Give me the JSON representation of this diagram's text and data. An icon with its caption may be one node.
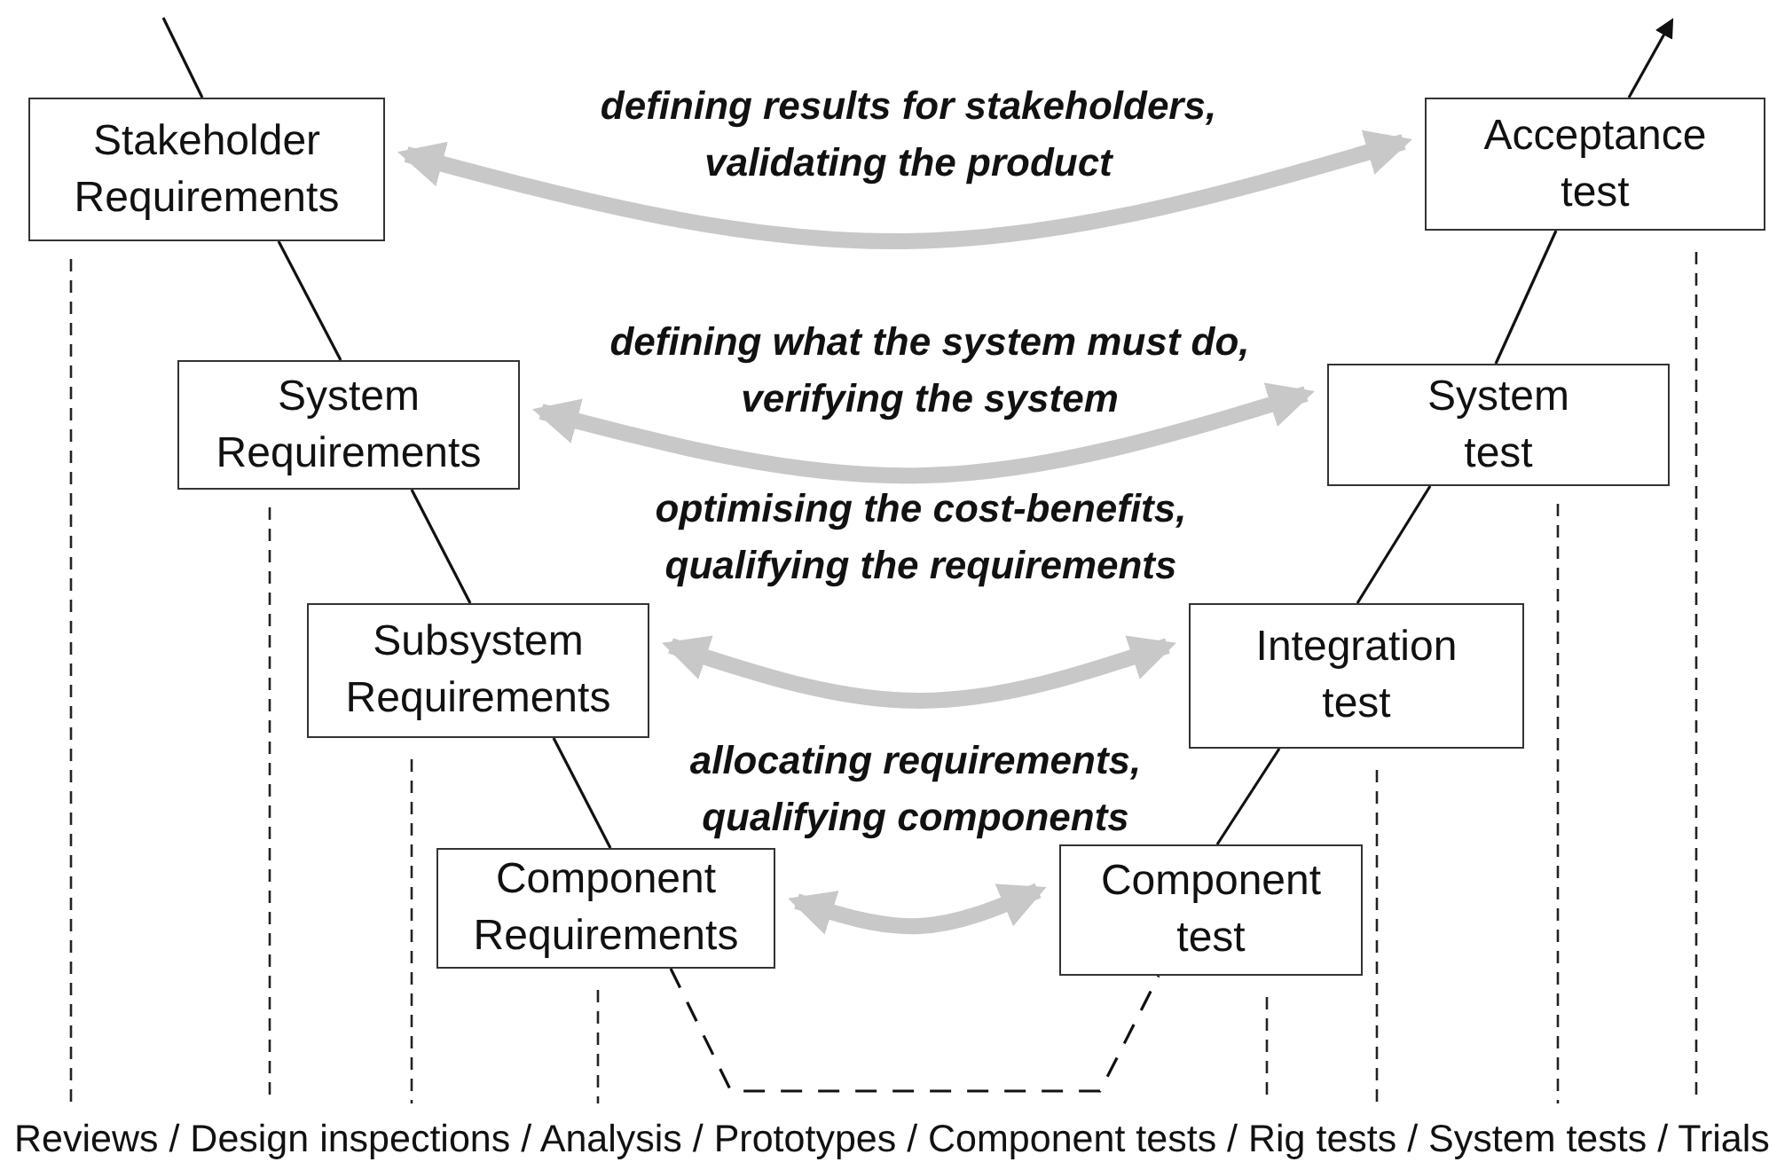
{
  "diagram": {
    "nodes": [
      {
        "text": [
          "Stakeholder Requirements"
        ]
      },
      {
        "text": [
          "System Requirements"
        ]
      },
      {
        "text": [
          "Subsystem Requirements"
        ]
      },
      {
        "text": [
          "Component Requirements"
        ]
      },
      {
        "text": [
          "Acceptance test"
        ]
      },
      {
        "text": [
          "System test"
        ]
      },
      {
        "text": [
          "Integration test"
        ]
      },
      {
        "text": [
          "Component test"
        ]
      }
    ],
    "edges": [
      {
        "from": null,
        "to": 0,
        "arrow": "none"
      },
      {
        "from": 0,
        "to": 1,
        "arrow": "none"
      },
      {
        "from": 1,
        "to": 2,
        "arrow": "none"
      },
      {
        "from": 2,
        "to": 3,
        "arrow": "none"
      },
      {
        "from": 3,
        "to": 7,
        "arrow": "none",
        "style": "dashed"
      },
      {
        "from": 7,
        "to": 6,
        "arrow": "none"
      },
      {
        "from": 6,
        "to": 5,
        "arrow": "none"
      },
      {
        "from": 5,
        "to": 4,
        "arrow": "none"
      },
      {
        "from": 4,
        "to": null,
        "arrow": "to"
      },
      {
        "from": 0,
        "to": 4,
        "arrow": "both",
        "label": "defining results for stakeholders, validating the product",
        "style": "thick",
        "color": "#c8c8c8"
      },
      {
        "from": 1,
        "to": 5,
        "arrow": "both",
        "label": "defining what the system must do, verifying the system",
        "style": "thick",
        "color": "#c8c8c8"
      },
      {
        "from": 2,
        "to": 6,
        "arrow": "both",
        "label": "optimising the cost-benefits, qualifying the requirements",
        "style": "thick",
        "color": "#c8c8c8"
      },
      {
        "from": 3,
        "to": 7,
        "arrow": "both",
        "label": "allocating requirements, qualifying components",
        "style": "thick",
        "color": "#c8c8c8"
      }
    ],
    "labels": [
      "Reviews / Design inspections / Analysis / Prototypes / Component tests / Rig tests / System tests / Trials"
    ]
  }
}
